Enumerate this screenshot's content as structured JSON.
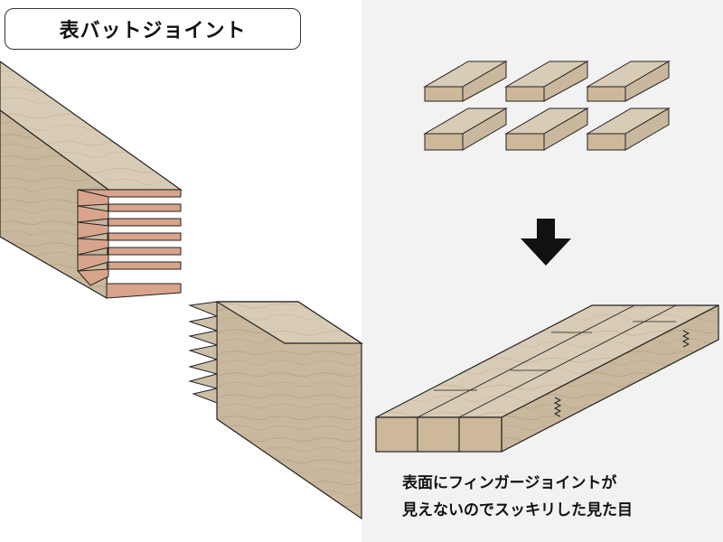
{
  "title": "表バットジョイント",
  "caption": {
    "line1": "表面にフィンガージョイントが",
    "line2": "見えないのでスッキリした見た目"
  },
  "colors": {
    "wood_top": "#d8cbb5",
    "wood_side": "#c7b69c",
    "wood_end": "#cdb89a",
    "finger": "#d8a48c",
    "outline": "#222222",
    "arrow": "#111111",
    "right_bg": "#f2f2f2"
  },
  "icons": {
    "down_arrow": "down-arrow-icon"
  }
}
